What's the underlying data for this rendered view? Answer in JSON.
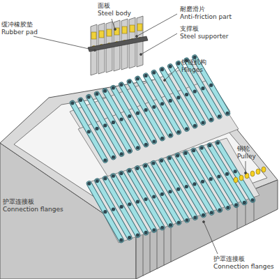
{
  "diagram": {
    "labels": [
      "面板",
      "Steel body",
      "缓冲橡胶垫",
      "Rubber pad",
      "耐磨滑片",
      "Anti-friction part",
      "支撑板",
      "Steel supporter",
      "铰链机构",
      "Hinges",
      "铜轮",
      "Pulley",
      "护罩连接板",
      "Connection flanges",
      "护罩连接板",
      "Connection flanges"
    ]
  }
}
